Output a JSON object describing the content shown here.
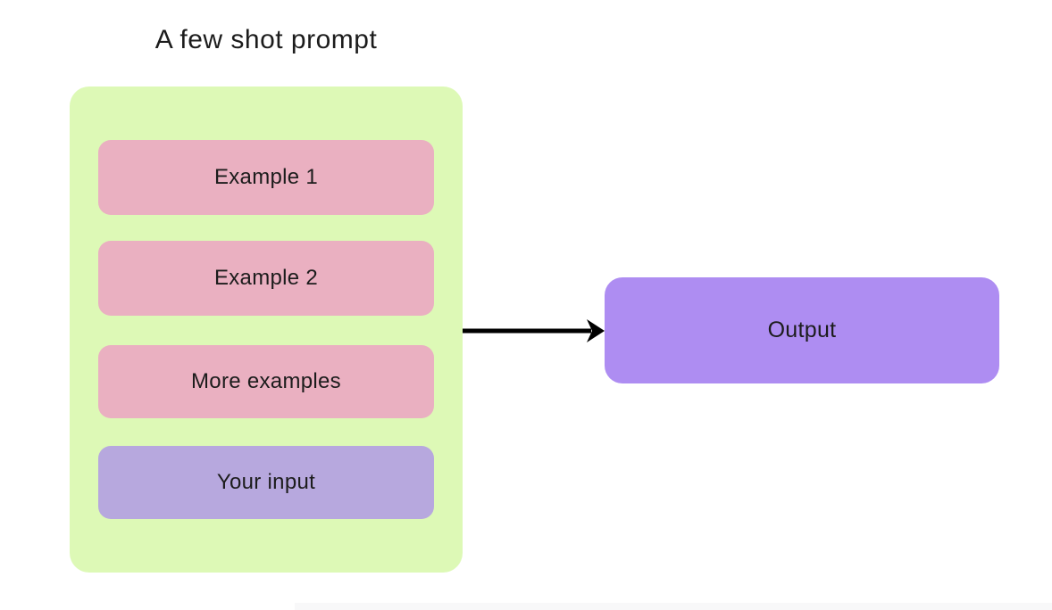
{
  "diagram": {
    "title": "A few shot prompt",
    "nodes": {
      "example1": "Example 1",
      "example2": "Example 2",
      "more_examples": "More examples",
      "your_input": "Your input",
      "output": "Output"
    },
    "colors": {
      "background": "#ffffff",
      "container": "#ddf9b6",
      "example": "#eab0c1",
      "input": "#b7a8de",
      "output": "#ae8df2",
      "arrow": "#000000",
      "text": "#1c1c1c",
      "footer_strip": "#f8f8f9"
    }
  }
}
